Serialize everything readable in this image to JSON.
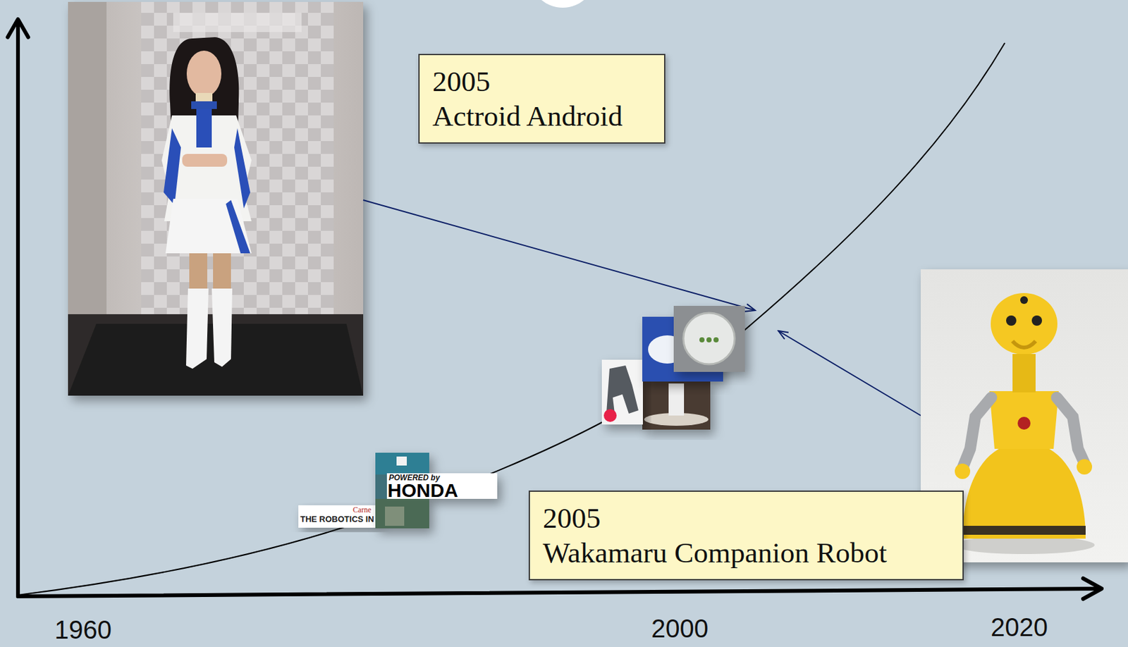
{
  "diagram": {
    "nodes": [
      {
        "text": [
          "2005",
          "Actroid Android"
        ]
      },
      {
        "text": [
          "2005",
          "Wakamaru Companion Robot"
        ]
      }
    ],
    "labels": [
      "1960",
      "2000",
      "2020",
      "POWERED by",
      "HONDA",
      "Carne",
      "THE ROBOTICS IN"
    ]
  }
}
